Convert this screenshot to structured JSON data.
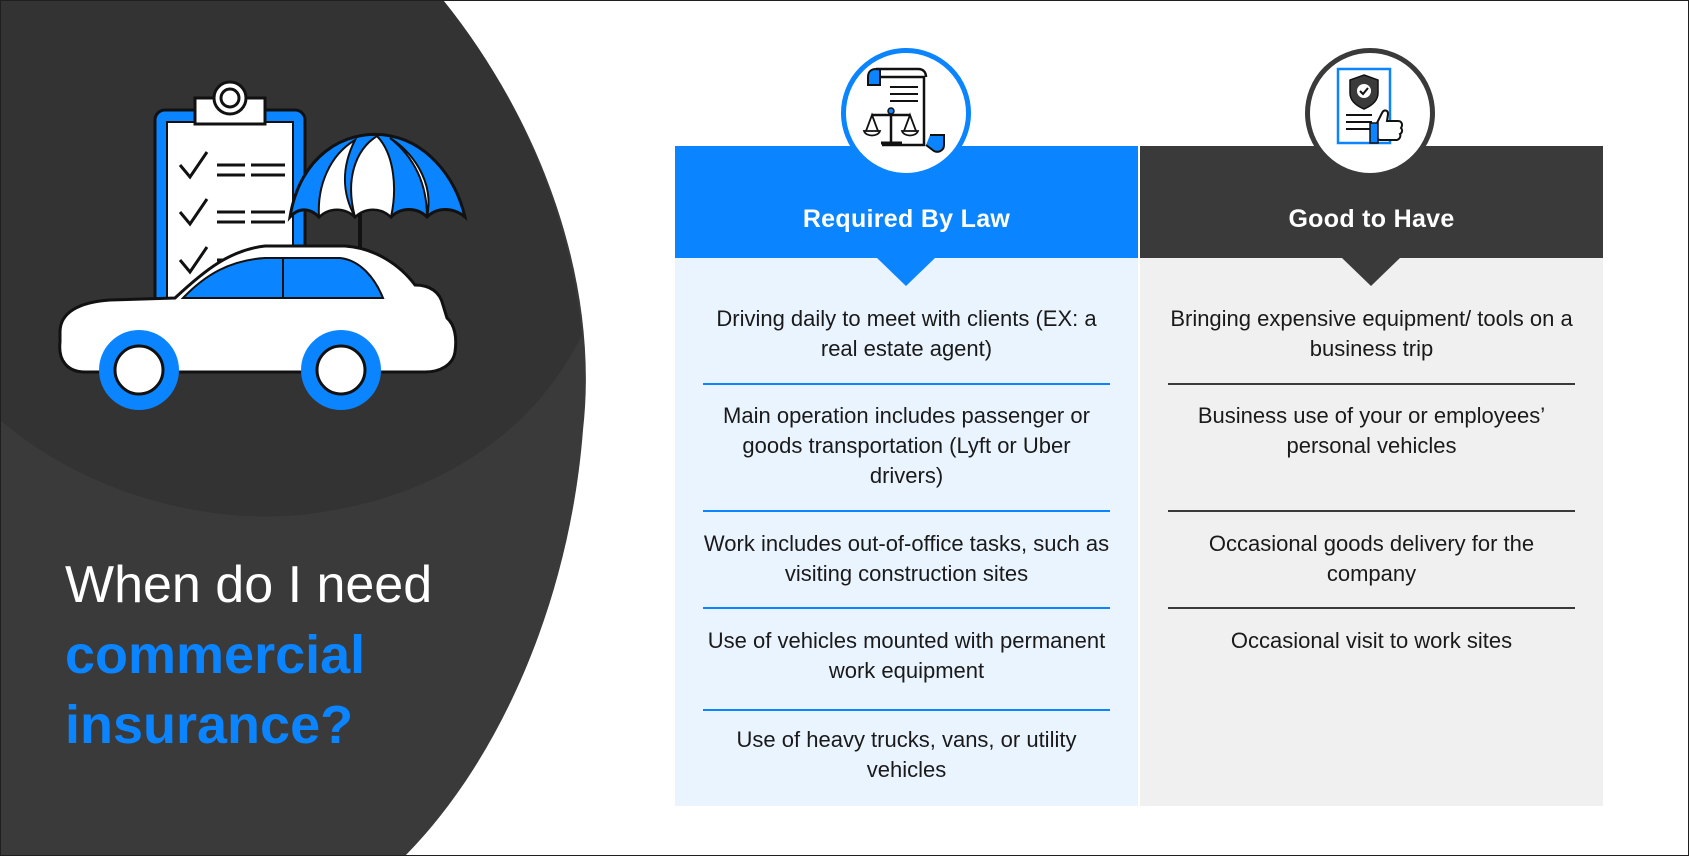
{
  "headline": {
    "line1": "When do I need",
    "line2": "commercial",
    "line3": "insurance?"
  },
  "colors": {
    "accent": "#0a84ff",
    "dark": "#3a3a3a",
    "law_bg": "#eaf4ff",
    "good_bg": "#f0f0f0"
  },
  "required_by_law": {
    "title": "Required By Law",
    "items": [
      "Driving daily to meet with clients (EX: a real estate agent)",
      "Main operation includes passenger or goods transportation (Lyft or Uber drivers)",
      "Work includes out-of-office tasks, such as visiting construction sites",
      "Use of vehicles mounted with permanent work equipment",
      "Use of heavy trucks, vans, or utility vehicles"
    ]
  },
  "good_to_have": {
    "title": "Good to Have",
    "items": [
      "Bringing expensive equipment/ tools on a business trip",
      "Business use of your or employees’ personal vehicles",
      "Occasional goods delivery for the company",
      "Occasional visit to work sites"
    ]
  },
  "icons": {
    "hero": "clipboard-car-umbrella-icon",
    "law": "legal-scroll-scales-icon",
    "good": "shield-document-thumbs-up-icon"
  }
}
